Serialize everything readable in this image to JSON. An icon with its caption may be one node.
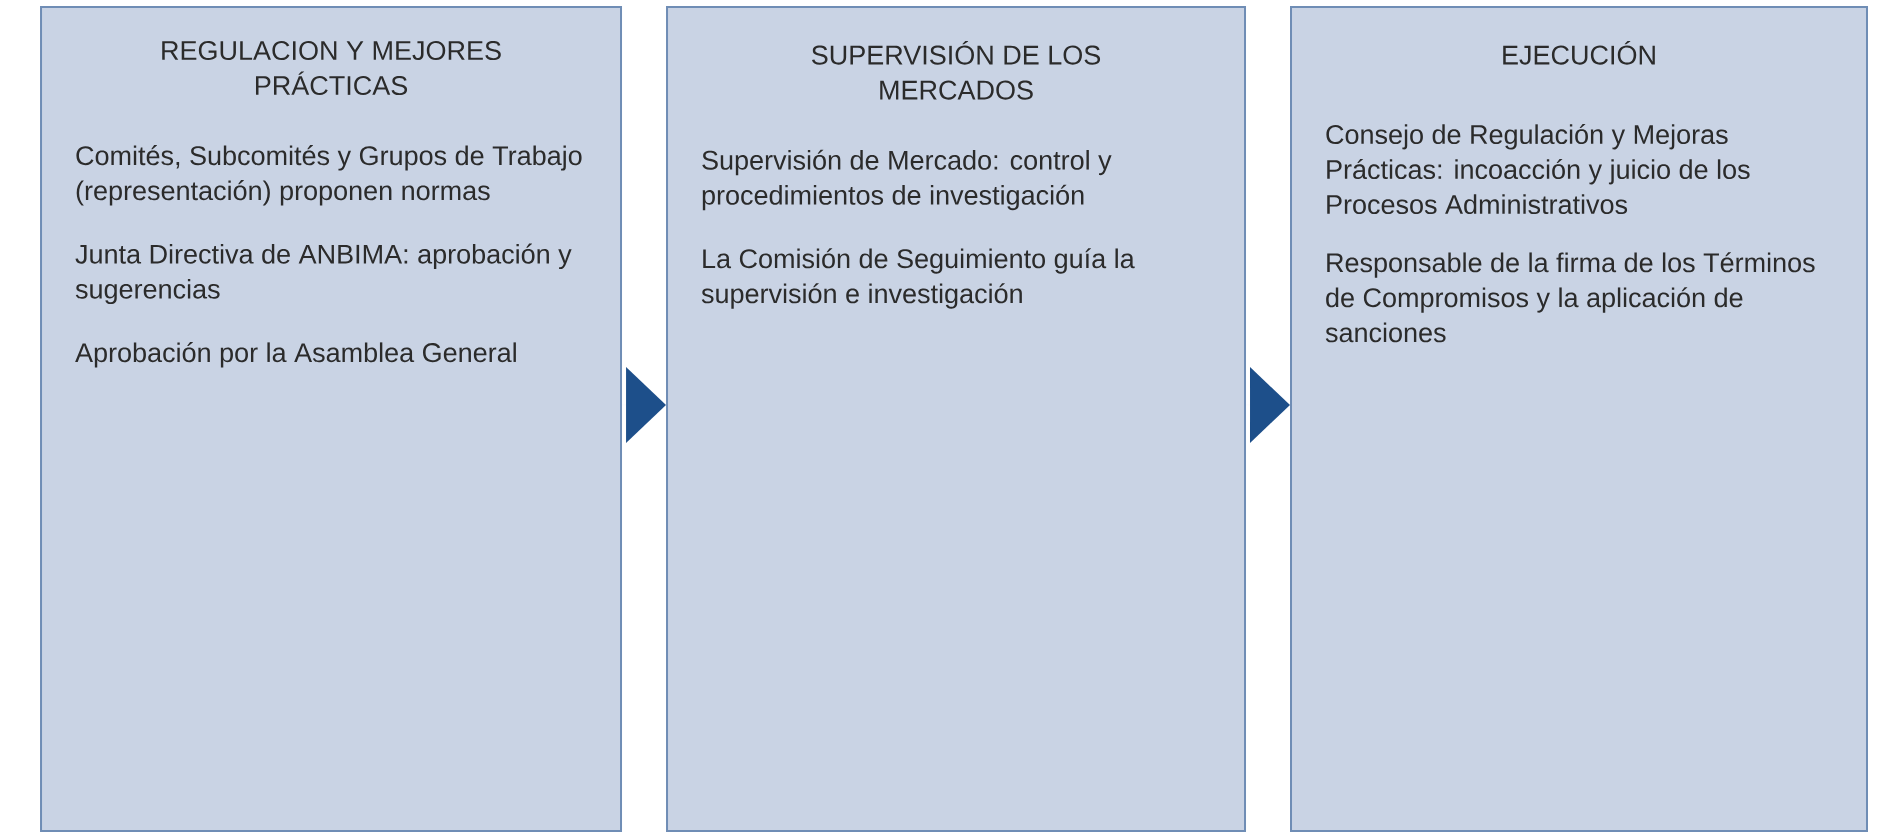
{
  "diagram": {
    "nodes": [
      {
        "text": [
          "REGULACION Y MEJORES PRÁCTICAS",
          "Comités, Subcomités y Grupos de Trabajo (representación) proponen normas",
          "Junta Directiva de ANBIMA: aprobación y sugerencias",
          "Aprobación por la Asamblea General"
        ]
      },
      {
        "text": [
          "SUPERVISIÓN DE LOS MERCADOS",
          "Supervisión de Mercado: control y procedimientos de investigación",
          "La Comisión de Seguimiento guía la supervisión e investigación"
        ]
      },
      {
        "text": [
          "EJECUCIÓN",
          "Consejo de Regulación y Mejoras Prácticas: incoacción y juicio de los Procesos Administrativos",
          "Responsable de la firma de los Términos de Compromisos y la aplicación de sanciones"
        ]
      }
    ],
    "edges": [
      {
        "from": 0,
        "to": 1,
        "arrow": "to"
      },
      {
        "from": 1,
        "to": 2,
        "arrow": "to"
      }
    ]
  }
}
